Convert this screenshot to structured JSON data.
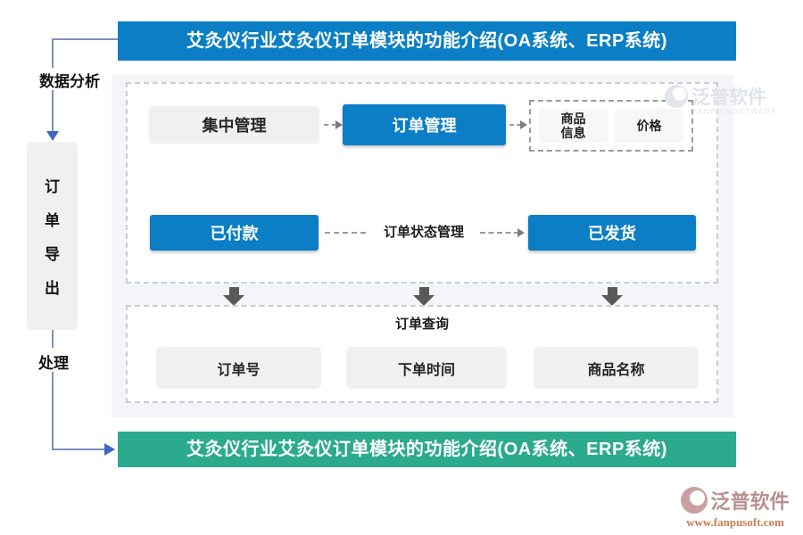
{
  "title": "艾灸仪行业艾灸仪订单模块的功能介绍(OA系统、ERP系统)",
  "banners": {
    "top": {
      "text": "艾灸仪行业艾灸仪订单模块的功能介绍(OA系统、ERP系统)",
      "color": "#0b7ec6"
    },
    "bottom": {
      "text": "艾灸仪行业艾灸仪订单模块的功能介绍(OA系统、ERP系统)",
      "color": "#2caa8d"
    }
  },
  "left_flow": {
    "label_top": "数据分析",
    "export_box": {
      "label": "订单导出",
      "chars": [
        "订",
        "单",
        "导",
        "出"
      ]
    },
    "label_bottom": "处理"
  },
  "diagram": {
    "row1": {
      "box_left": "集中管理",
      "box_center": "订单管理",
      "group": {
        "item1": "商品信息",
        "item1_lines": [
          "商品",
          "信息"
        ],
        "item2": "价格"
      }
    },
    "row2": {
      "box_left": "已付款",
      "label": "订单状态管理",
      "box_right": "已发货"
    },
    "query": {
      "title": "订单查询",
      "items": [
        "订单号",
        "下单时间",
        "商品名称"
      ]
    }
  },
  "watermark": {
    "name": "泛普软件",
    "subtitle": "FANPU SOFTWARE"
  },
  "logo": {
    "name": "泛普软件",
    "url": "www.fanpusoft.com"
  },
  "colors": {
    "banner_blue": "#0b7ec6",
    "banner_green": "#2caa8d",
    "node_blue": "#0b7ec6",
    "node_gray": "#f0f0f0",
    "panel_bg": "#f3f5f9",
    "connector_blue": "#3e6bbf",
    "connector_gray": "#9a9a9a",
    "down_arrow_gray": "#595959"
  }
}
